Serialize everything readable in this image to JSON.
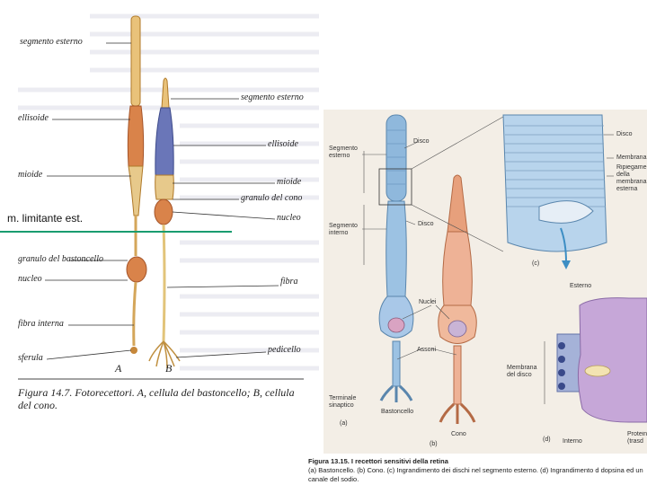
{
  "fig_a": {
    "labels": {
      "segmento_esterno_left": "segmento esterno",
      "segmento_esterno_right": "segmento esterno",
      "ellissoide_left": "ellisoide",
      "ellissoide_right": "ellisoide",
      "mioide_left": "mioide",
      "mioide_right": "mioide",
      "granulo_cono": "granulo del cono",
      "nucleo_right": "nucleo",
      "granulo_bastoncello": "granulo del bastoncello",
      "nucleo_left": "nucleo",
      "fibra": "fibra",
      "fibra_interna": "fibra interna",
      "pedicello": "pedicello",
      "sferula": "sferula",
      "letter_a": "A",
      "letter_b": "B"
    },
    "caption": "Figura 14.7. Fotorecettori. A, cellula del bastoncello; B, cellula del cono."
  },
  "overlay_text": "m. limitante est.",
  "fig_b": {
    "labels": {
      "segmento_esterno": "Segmento esterno",
      "disco_top": "Disco",
      "disco_mid": "Disco",
      "segmento_interno": "Segmento interno",
      "nuclei": "Nuclei",
      "assoni": "Assoni",
      "terminale": "Terminale sinaptico",
      "bastoncello": "Bastoncello",
      "cono": "Cono",
      "tag_a": "(a)",
      "tag_b": "(b)",
      "tag_c": "(c)",
      "tag_d": "(d)",
      "disco_c": "Disco",
      "membrana": "Membrana",
      "ripiegamento": "Ripiegamento della membrana esterna per formare",
      "esterno": "Esterno",
      "membrana_disco": "Membrana del disco",
      "interno": "Interno",
      "proteina": "Proteina (trasd"
    },
    "caption_title": "Figura 13.15. I recettori sensitivi della retina",
    "caption_text": "(a) Bastoncello. (b) Cono. (c) Ingrandimento dei dischi nel segmento esterno. (d) Ingrandimento d dopsina ed un canale del sodio."
  }
}
